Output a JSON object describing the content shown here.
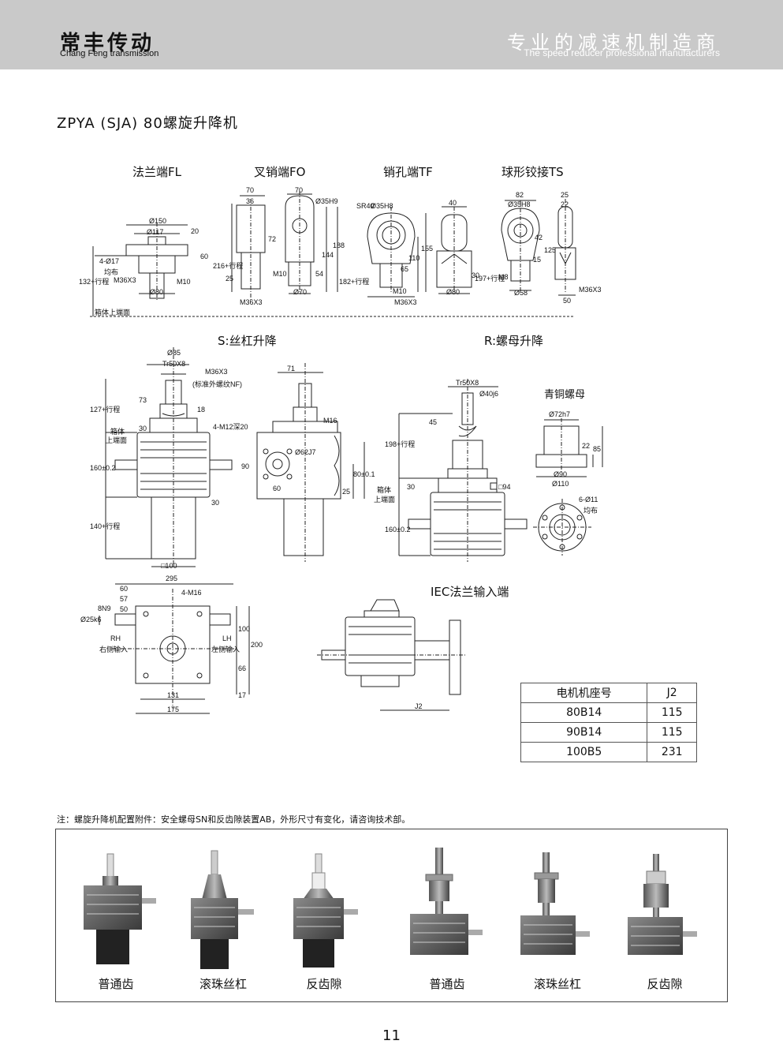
{
  "header": {
    "brand_cn": "常丰传动",
    "brand_en": "Chang Feng transmission",
    "slogan_cn": "专业的减速机制造商",
    "slogan_en": "The speed reducer professional manufacturers"
  },
  "title": "ZPYA (SJA) 80螺旋升降机",
  "ends": {
    "fl": "法兰端FL",
    "fo": "叉销端FO",
    "tf": "销孔端TF",
    "ts": "球形铰接TS"
  },
  "sections": {
    "s": "S:丝杠升降",
    "r": "R:螺母升降",
    "bronze": "青铜螺母",
    "iec": "IEC法兰输入端"
  },
  "dims": {
    "fl": [
      "Ø150",
      "Ø117",
      "4-Ø17",
      "均布",
      "M36X3",
      "Ø80",
      "M10",
      "60",
      "20",
      "132+行程"
    ],
    "fo": [
      "70",
      "36",
      "70",
      "Ø35H9",
      "72",
      "144",
      "188",
      "216+行程",
      "25",
      "M10",
      "54",
      "M36X3",
      "Ø70"
    ],
    "tf": [
      "SR40",
      "Ø35H8",
      "65",
      "110",
      "155",
      "182+行程",
      "M10",
      "M36X3",
      "40",
      "30",
      "Ø80"
    ],
    "ts": [
      "82",
      "Ø35H8",
      "25",
      "22",
      "42",
      "125",
      "15",
      "197+行程",
      "M8",
      "Ø58",
      "50",
      "M36X3"
    ],
    "box_top": "箱体上端面",
    "s_side": [
      "Ø85",
      "Tr50X8",
      "M36X3",
      "(标准外螺纹NF)",
      "73",
      "18",
      "127+行程",
      "30",
      "箱体",
      "上端面",
      "160±0.2",
      "30",
      "140+行程",
      "□100"
    ],
    "s_front": [
      "71",
      "4-M12深20",
      "M16",
      "Ø62J7",
      "90",
      "60",
      "25",
      "80±0.1"
    ],
    "r_side": [
      "Tr50X8",
      "Ø40j6",
      "45",
      "198+行程",
      "30",
      "箱体",
      "上端面",
      "□94",
      "160±0.2"
    ],
    "bronze": [
      "Ø72h7",
      "22",
      "85",
      "Ø90",
      "Ø110",
      "6-Ø11",
      "均布"
    ],
    "top_view": [
      "295",
      "60",
      "57",
      "50",
      "4-M16",
      "Ø25k6",
      "8N9",
      "RH",
      "右侧输入",
      "LH",
      "左侧输入",
      "100",
      "200",
      "66",
      "17",
      "131",
      "175"
    ],
    "iec": [
      "J2"
    ]
  },
  "motor_table": {
    "headers": [
      "电机机座号",
      "J2"
    ],
    "rows": [
      [
        "80B14",
        "115"
      ],
      [
        "90B14",
        "115"
      ],
      [
        "100B5",
        "231"
      ]
    ]
  },
  "note": "注：螺旋升降机配置附件：安全螺母SN和反齿隙装置AB，外形尺寸有变化，请咨询技术部。",
  "photos": [
    {
      "caption": "普通齿"
    },
    {
      "caption": "滚珠丝杠"
    },
    {
      "caption": "反齿隙"
    },
    {
      "caption": "普通齿"
    },
    {
      "caption": "滚珠丝杠"
    },
    {
      "caption": "反齿隙"
    }
  ],
  "page_number": "11"
}
